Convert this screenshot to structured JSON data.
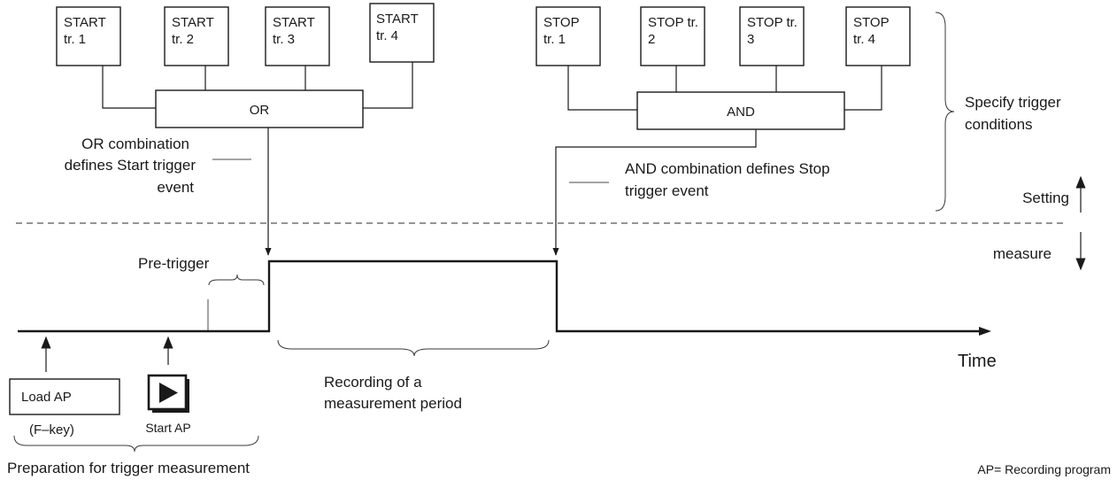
{
  "start_triggers": [
    {
      "line1": "START",
      "line2": "tr. 1"
    },
    {
      "line1": "START",
      "line2": "tr. 2"
    },
    {
      "line1": "START",
      "line2": "tr. 3"
    },
    {
      "line1": "START",
      "line2": "tr. 4"
    }
  ],
  "stop_triggers": [
    {
      "line1": "STOP",
      "line2": "tr. 1"
    },
    {
      "line1": "STOP tr.",
      "line2": "2"
    },
    {
      "line1": "STOP tr.",
      "line2": "3"
    },
    {
      "line1": "STOP",
      "line2": "tr. 4"
    }
  ],
  "or_gate": "OR",
  "and_gate": "AND",
  "or_note": [
    "OR combination",
    "defines Start trigger",
    "event"
  ],
  "and_note": [
    "AND combination defines Stop",
    "trigger event"
  ],
  "specify": [
    "Specify trigger",
    "conditions"
  ],
  "setting": "Setting",
  "measure": "measure",
  "pretrigger": "Pre-trigger",
  "time": "Time",
  "recording": [
    "Recording of a",
    "measurement period"
  ],
  "load_ap": "Load AP",
  "fkey": "(F–key)",
  "start_ap": "Start AP",
  "preparation": "Preparation for trigger measurement",
  "legend": "AP= Recording program"
}
